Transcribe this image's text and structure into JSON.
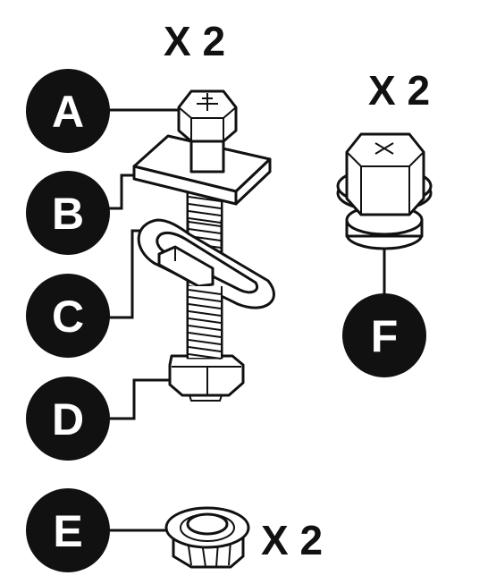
{
  "labels": {
    "a": "A",
    "b": "B",
    "c": "C",
    "d": "D",
    "e": "E",
    "f": "F"
  },
  "quantities": {
    "bolt_set": "X 2",
    "cap_bolt": "X 2",
    "plug": "X 2"
  },
  "colors": {
    "badge": "#111111",
    "line": "#111111",
    "background": "#ffffff"
  }
}
